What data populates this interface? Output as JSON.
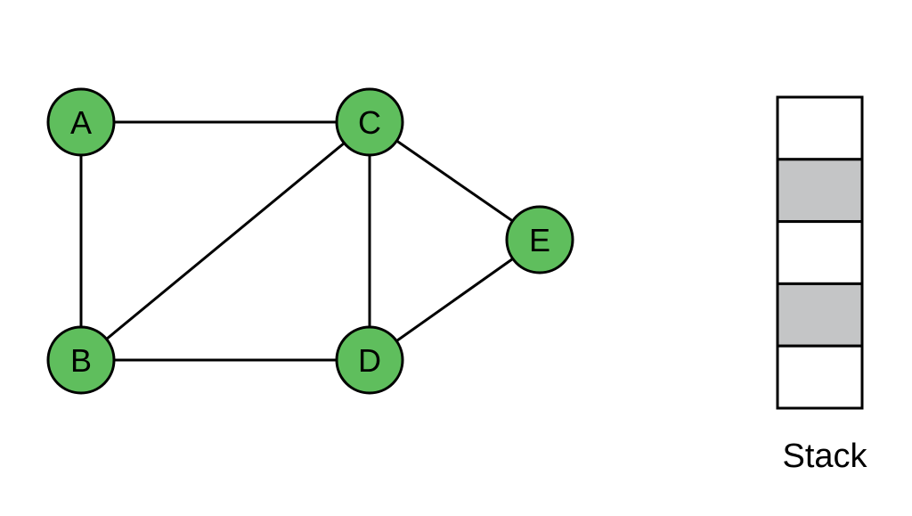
{
  "colors": {
    "background": "#ffffff",
    "node_fill": "#5fbe5d",
    "stroke": "#000000",
    "stack_cell_filled": "#c4c5c6",
    "stack_cell_empty": "#ffffff"
  },
  "graph": {
    "nodes": [
      {
        "id": "A",
        "label": "A"
      },
      {
        "id": "B",
        "label": "B"
      },
      {
        "id": "C",
        "label": "C"
      },
      {
        "id": "D",
        "label": "D"
      },
      {
        "id": "E",
        "label": "E"
      }
    ],
    "edges": [
      [
        "A",
        "C"
      ],
      [
        "A",
        "B"
      ],
      [
        "C",
        "B"
      ],
      [
        "C",
        "D"
      ],
      [
        "C",
        "E"
      ],
      [
        "B",
        "D"
      ],
      [
        "D",
        "E"
      ]
    ]
  },
  "stack": {
    "label": "Stack",
    "cells": [
      {
        "filled": false
      },
      {
        "filled": true
      },
      {
        "filled": false
      },
      {
        "filled": true
      },
      {
        "filled": false
      }
    ]
  }
}
